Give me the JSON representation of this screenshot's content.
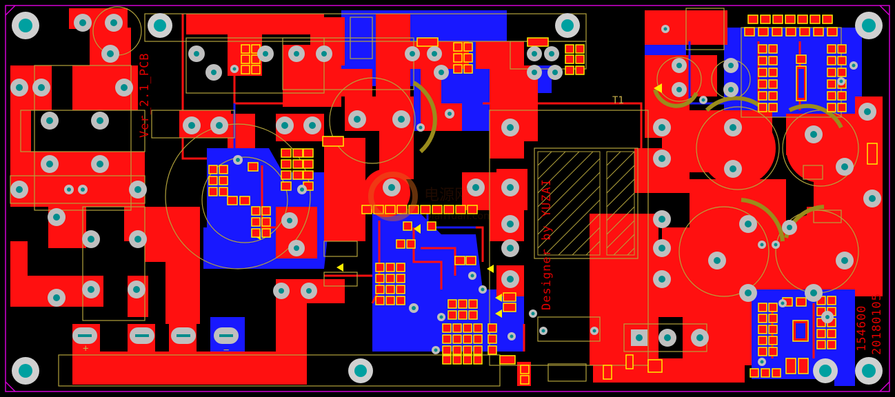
{
  "board": {
    "background": "#000000",
    "border_color": "#d400d4",
    "top_copper_color": "#ff1010",
    "bottom_copper_color": "#1818ff",
    "silkscreen_color": "#b4a43c",
    "pad_color": "#bfbfbf",
    "hole_color": "#00a0a0",
    "mount_hole_color": "#d0d0d0"
  },
  "labels": {
    "version": "Ver_2.1_PCB",
    "designer": "Designer by YUZAI",
    "serial": "154600",
    "date": "20180105",
    "ref_t1": "T1",
    "plus": "+",
    "minus": "−",
    "watermark_cn": "电源网",
    "watermark_url": "DianYuan.com"
  }
}
